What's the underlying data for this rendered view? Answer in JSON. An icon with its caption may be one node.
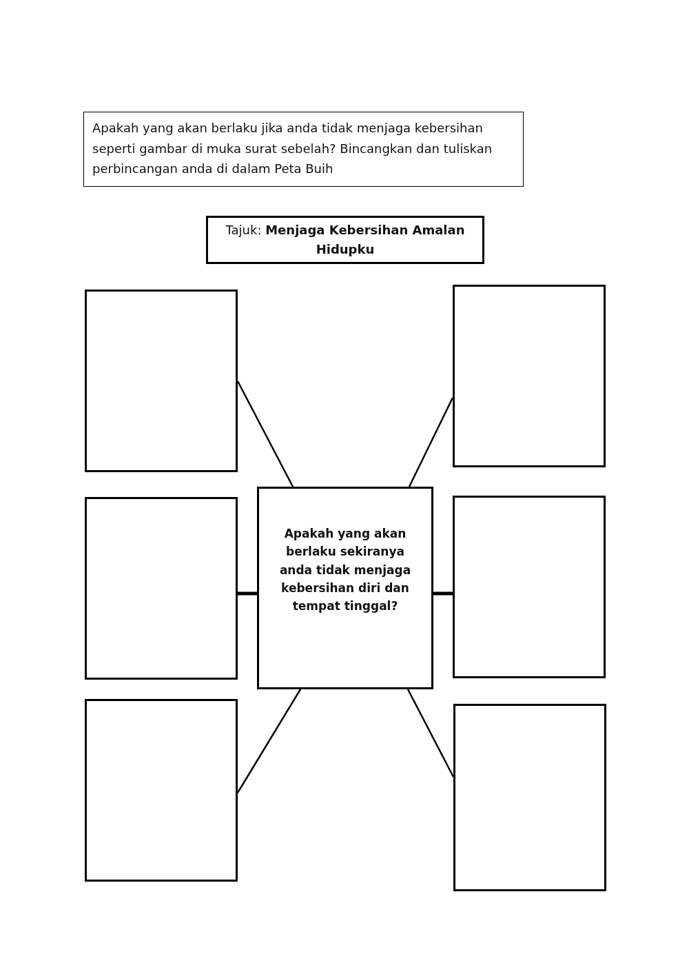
{
  "diagram": {
    "nodes": [
      {
        "text": [
          "Apakah yang akan berlaku jika anda tidak menjaga kebersihan seperti gambar di muka surat sebelah? Bincangkan dan tuliskan perbincangan anda di dalam Peta Buih"
        ]
      },
      {
        "text": [
          "Tajuk: **Menjaga Kebersihan Amalan Hidupku**"
        ]
      },
      {
        "text": [
          "Apakah yang akan berlaku sekiranya anda tidak menjaga kebersihan diri dan tempat tinggal?"
        ]
      },
      {
        "text": [],
        "shape": "box"
      },
      {
        "text": [],
        "shape": "box"
      },
      {
        "text": [],
        "shape": "box"
      },
      {
        "text": [],
        "shape": "box"
      },
      {
        "text": [],
        "shape": "box"
      },
      {
        "text": [],
        "shape": "box"
      }
    ],
    "edges": [
      {
        "from": 2,
        "to": 3,
        "arrow": "none"
      },
      {
        "from": 2,
        "to": 4,
        "arrow": "none"
      },
      {
        "from": 2,
        "to": 5,
        "arrow": "none",
        "style": "thick"
      },
      {
        "from": 2,
        "to": 6,
        "arrow": "none",
        "style": "thick"
      },
      {
        "from": 2,
        "to": 7,
        "arrow": "none"
      },
      {
        "from": 2,
        "to": 8,
        "arrow": "none"
      }
    ]
  }
}
